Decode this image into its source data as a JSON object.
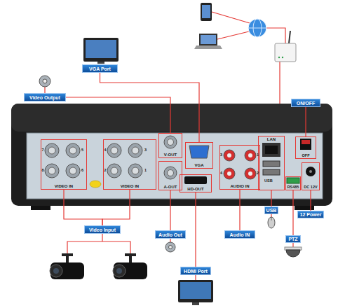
{
  "diagram": {
    "nodes": [
      {
        "text": [
          "VGA Port"
        ]
      },
      {
        "text": [
          "Video Output"
        ]
      },
      {
        "text": [
          "ON/OFF"
        ]
      },
      {
        "text": [
          "Video Input"
        ]
      },
      {
        "text": [
          "Audio Out"
        ]
      },
      {
        "text": [
          "Audio IN"
        ]
      },
      {
        "text": [
          "USB"
        ]
      },
      {
        "text": [
          "PTZ"
        ]
      },
      {
        "text": [
          "12 Power"
        ]
      },
      {
        "text": [
          "HDMI Port"
        ]
      },
      {
        "text": [
          "VIDEO IN"
        ]
      },
      {
        "text": [
          "VIDEO IN"
        ]
      },
      {
        "text": [
          "V-OUT"
        ]
      },
      {
        "text": [
          "VGA"
        ]
      },
      {
        "text": [
          "A-OUT"
        ]
      },
      {
        "text": [
          "HD-OUT"
        ]
      },
      {
        "text": [
          "AUDIO IN"
        ]
      },
      {
        "text": [
          "LAN"
        ]
      },
      {
        "text": [
          "RS485"
        ]
      },
      {
        "text": [
          "DC 12V"
        ]
      },
      {
        "text": [
          "OFF"
        ]
      }
    ],
    "edges": [
      {
        "from": 0,
        "to": 13,
        "arrow": "none"
      },
      {
        "from": 1,
        "to": 12,
        "arrow": "none"
      },
      {
        "from": 2,
        "to": 20,
        "arrow": "none"
      },
      {
        "from": 3,
        "to": 10,
        "arrow": "none"
      },
      {
        "from": 3,
        "to": 11,
        "arrow": "none"
      },
      {
        "from": 4,
        "to": 14,
        "arrow": "none"
      },
      {
        "from": 5,
        "to": 16,
        "arrow": "none"
      },
      {
        "from": 6,
        "to": 17,
        "arrow": "none"
      },
      {
        "from": 7,
        "to": 18,
        "arrow": "none"
      },
      {
        "from": 8,
        "to": 19,
        "arrow": "none"
      },
      {
        "from": 9,
        "to": 15,
        "arrow": "none"
      }
    ],
    "labels": [
      "7",
      "5",
      "8",
      "6",
      "4",
      "3",
      "2",
      "1",
      "3",
      "1",
      "4",
      "2",
      "USB"
    ]
  }
}
